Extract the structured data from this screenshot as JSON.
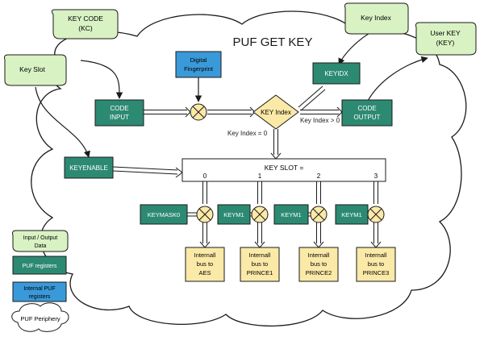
{
  "title": "PUF GET KEY",
  "io_boxes": {
    "key_code_line1": "KEY  CODE",
    "key_code_line2": "(KC)",
    "key_slot": "Key Slot",
    "key_index": "Key Index",
    "user_key_line1": "User KEY",
    "user_key_line2": "(KEY)"
  },
  "registers": {
    "code_input_line1": "CODE",
    "code_input_line2": "INPUT",
    "keyenable": "KEYENABLE",
    "keyidx": "KEYIDX",
    "code_output_line1": "CODE",
    "code_output_line2": "OUTPUT",
    "keymask0": "KEYMASK0",
    "keym1_a": "KEYM1",
    "keym1_b": "KEYM1",
    "keym1_c": "KEYM1"
  },
  "internal": {
    "digital_fp_line1": "Digital",
    "digital_fp_line2": "Fingerprint"
  },
  "decision": "KEY Index",
  "labels": {
    "key_index_gt": "Key Index > 0",
    "key_index_eq": "Key Index = 0"
  },
  "slot_bar": {
    "title": "KEY SLOT =",
    "slots": [
      "0",
      "1",
      "2",
      "3"
    ]
  },
  "outputs": [
    {
      "l1": "Internall",
      "l2": "bus to",
      "l3": "AES"
    },
    {
      "l1": "Internall",
      "l2": "bus to",
      "l3": "PRINCE1"
    },
    {
      "l1": "Internall",
      "l2": "bus to",
      "l3": "PRINCE2"
    },
    {
      "l1": "Internall",
      "l2": "bus to",
      "l3": "PRINCE3"
    }
  ],
  "legend": {
    "io_line1": "Input / Output",
    "io_line2": "Data",
    "puf_registers": "PUF registers",
    "internal_line1": "Internal  PUF",
    "internal_line2": "registers",
    "periphery": "PUF Periphery"
  },
  "colors": {
    "io_fill": "#d9f2c4",
    "register_fill": "#2d8a72",
    "internal_fill": "#3a9ad9",
    "output_fill": "#fbe9a8",
    "bus_fill": "#fbe9a8",
    "line": "#1a1a1a"
  }
}
